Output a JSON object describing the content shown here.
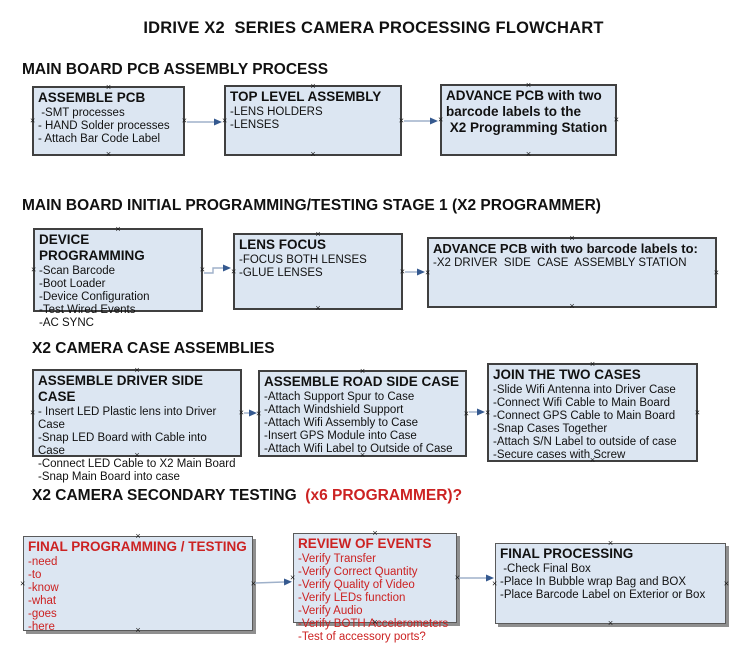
{
  "title": "IDRIVE X2  SERIES CAMERA PROCESSING FLOWCHART",
  "glyphs": {
    "anchor": "×"
  },
  "colors": {
    "box_fill": "#dce6f2",
    "box_border": "#404040",
    "arrow_line": "#9fb1ca",
    "arrow_head": "#35598f",
    "red_text": "#cc2222",
    "shadow": "#8f8f8f"
  },
  "sections": [
    {
      "heading": "MAIN BOARD PCB ASSEMBLY PROCESS",
      "boxes": [
        {
          "title": "ASSEMBLE PCB",
          "items": [
            " -SMT processes",
            "- HAND Solder processes",
            "- Attach Bar Code Label"
          ]
        },
        {
          "title": "TOP LEVEL ASSEMBLY",
          "items": [
            "-LENS HOLDERS",
            "-LENSES"
          ]
        },
        {
          "title": "ADVANCE PCB with two barcode labels to the\n X2 Programming Station",
          "items": []
        }
      ]
    },
    {
      "heading": "MAIN BOARD INITIAL PROGRAMMING/TESTING STAGE 1 (X2 PROGRAMMER)",
      "boxes": [
        {
          "title": "DEVICE PROGRAMMING",
          "items": [
            "-Scan Barcode",
            "-Boot Loader",
            "-Device Configuration",
            "-Test Wired Events",
            "-AC SYNC"
          ]
        },
        {
          "title": "LENS FOCUS",
          "items": [
            "-FOCUS BOTH LENSES",
            "-GLUE LENSES"
          ]
        },
        {
          "title": "ADVANCE PCB with two barcode labels to:",
          "items": [
            "-X2 DRIVER  SIDE  CASE  ASSEMBLY STATION"
          ]
        }
      ]
    },
    {
      "heading": "X2 CAMERA CASE ASSEMBLIES",
      "boxes": [
        {
          "title": "ASSEMBLE DRIVER SIDE CASE",
          "items": [
            "- Insert LED Plastic lens into Driver Case",
            "-Snap LED Board with Cable into Case",
            "-Connect LED Cable to X2 Main Board",
            "-Snap Main Board into case"
          ]
        },
        {
          "title": "ASSEMBLE ROAD SIDE CASE",
          "items": [
            "-Attach Support Spur to Case",
            "-Attach Windshield Support",
            "-Attach Wifi Assembly to Case",
            "-Insert GPS Module into Case",
            "-Attach Wifi Label to Outside of Case"
          ]
        },
        {
          "title": "JOIN THE TWO CASES",
          "items": [
            "-Slide Wifi Antenna into Driver Case",
            "-Connect Wifi Cable to Main Board",
            "-Connect GPS Cable to Main Board",
            "-Snap Cases Together",
            "-Attach S/N Label to outside of case",
            "-Secure cases with Screw"
          ]
        }
      ]
    },
    {
      "heading": "X2 CAMERA SECONDARY TESTING ",
      "heading_red": " (x6 PROGRAMMER)?",
      "boxes": [
        {
          "title": "FINAL PROGRAMMING / TESTING",
          "items": [
            "-need",
            "-to",
            "-know",
            "-what",
            "-goes",
            "-here"
          ]
        },
        {
          "title": "REVIEW OF EVENTS",
          "items": [
            "-Verify Transfer",
            "-Verify Correct Quantity",
            "-Verify Quality of Video",
            "-Verify LEDs function",
            "-Verify Audio",
            "-Verify BOTH Accelerometers",
            "-Test of accessory ports?"
          ]
        },
        {
          "title": "FINAL PROCESSING",
          "items": [
            " -Check Final Box",
            "-Place In Bubble wrap Bag and BOX",
            "-Place Barcode Label on Exterior or Box"
          ]
        }
      ]
    }
  ]
}
